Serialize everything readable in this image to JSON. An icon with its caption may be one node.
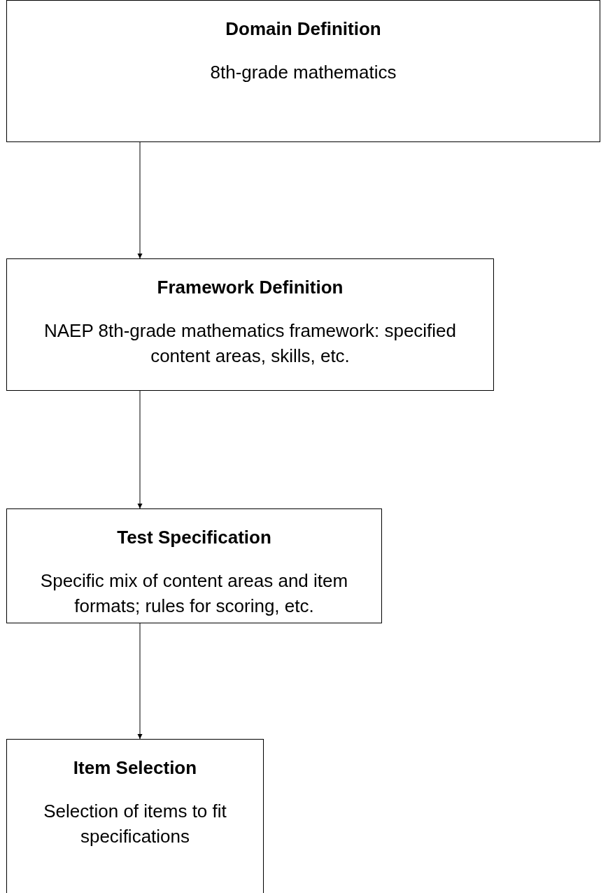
{
  "diagram": {
    "nodes": [
      {
        "text": [
          "Domain Definition",
          "8th-grade mathematics"
        ]
      },
      {
        "text": [
          "Framework Definition",
          "NAEP 8th-grade mathematics framework: specified content areas, skills, etc."
        ]
      },
      {
        "text": [
          "Test Specification",
          "Specific mix of content areas and item formats; rules for scoring, etc."
        ]
      },
      {
        "text": [
          "Item Selection",
          "Selection of items to fit specifications"
        ]
      }
    ],
    "edges": [
      {
        "from": 0,
        "to": 1,
        "arrow": "to"
      },
      {
        "from": 1,
        "to": 2,
        "arrow": "to"
      },
      {
        "from": 2,
        "to": 3,
        "arrow": "to"
      }
    ]
  }
}
